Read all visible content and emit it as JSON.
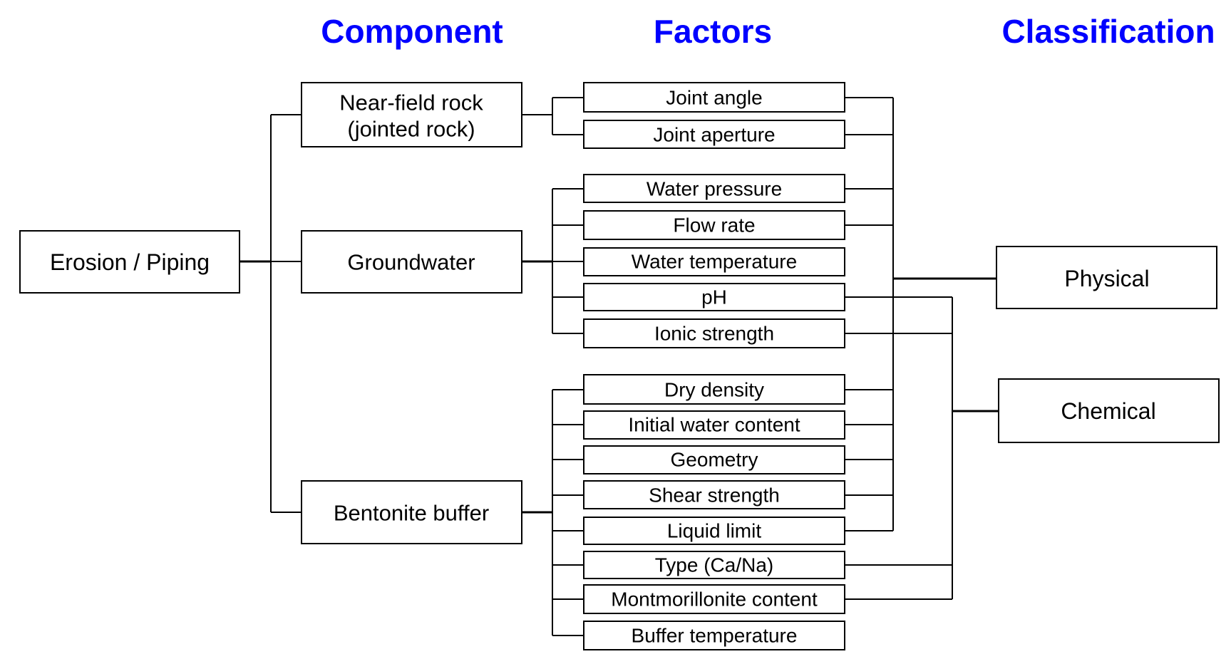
{
  "headers": {
    "component": "Component",
    "factors": "Factors",
    "classification": "Classification",
    "color": "#0000ff"
  },
  "root": {
    "label": "Erosion / Piping"
  },
  "components": [
    {
      "id": "rock",
      "label_line1": "Near-field rock",
      "label_line2": "(jointed rock)"
    },
    {
      "id": "groundwater",
      "label_line1": "Groundwater"
    },
    {
      "id": "bentonite",
      "label_line1": "Bentonite buffer"
    }
  ],
  "factors": [
    {
      "label": "Joint angle",
      "component": "rock",
      "classes": [
        "physical"
      ]
    },
    {
      "label": "Joint aperture",
      "component": "rock",
      "classes": [
        "physical"
      ]
    },
    {
      "label": "Water pressure",
      "component": "groundwater",
      "classes": [
        "physical"
      ]
    },
    {
      "label": "Flow rate",
      "component": "groundwater",
      "classes": [
        "physical"
      ]
    },
    {
      "label": "Water temperature",
      "component": "groundwater",
      "classes": []
    },
    {
      "label": "pH",
      "component": "groundwater",
      "classes": [
        "chemical"
      ]
    },
    {
      "label": "Ionic strength",
      "component": "groundwater",
      "classes": [
        "chemical"
      ]
    },
    {
      "label": "Dry density",
      "component": "bentonite",
      "classes": [
        "physical"
      ]
    },
    {
      "label": "Initial water content",
      "component": "bentonite",
      "classes": [
        "physical"
      ]
    },
    {
      "label": "Geometry",
      "component": "bentonite",
      "classes": [
        "physical"
      ]
    },
    {
      "label": "Shear strength",
      "component": "bentonite",
      "classes": [
        "physical"
      ]
    },
    {
      "label": "Liquid limit",
      "component": "bentonite",
      "classes": [
        "physical"
      ]
    },
    {
      "label": "Type (Ca/Na)",
      "component": "bentonite",
      "classes": [
        "chemical"
      ]
    },
    {
      "label": "Montmorillonite content",
      "component": "bentonite",
      "classes": [
        "chemical"
      ]
    },
    {
      "label": "Buffer temperature",
      "component": "bentonite",
      "classes": []
    }
  ],
  "classifications": [
    {
      "id": "physical",
      "label": "Physical"
    },
    {
      "id": "chemical",
      "label": "Chemical"
    }
  ]
}
